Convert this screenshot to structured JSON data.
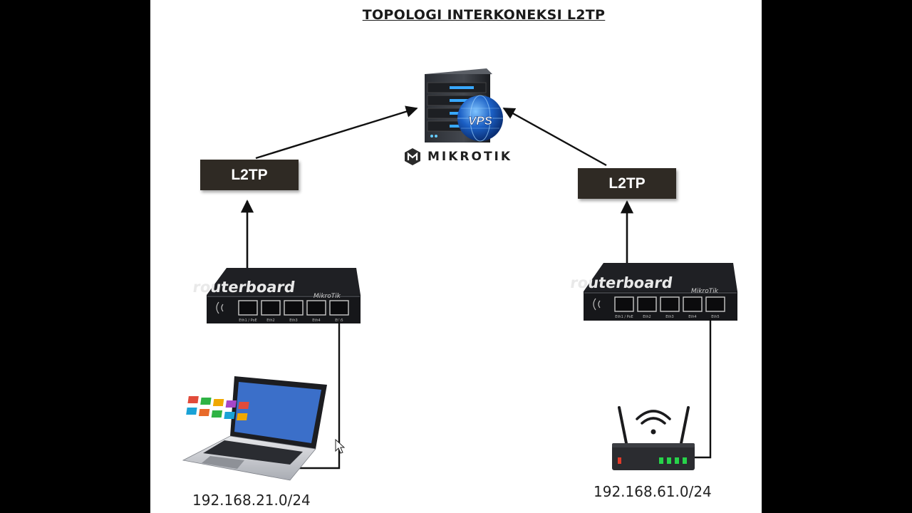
{
  "title": "TOPOLOGI INTERKONEKSI L2TP",
  "vps": {
    "label": "VPS",
    "brand": "MIKROTIK"
  },
  "tunnels": [
    {
      "label": "L2TP"
    },
    {
      "label": "L2TP"
    }
  ],
  "routers": [
    {
      "brand": "routerboard",
      "maker": "MikroTik",
      "ports": [
        "Eth1 / PoE",
        "Eth2",
        "Eth3",
        "Eth4",
        "Eth5"
      ]
    },
    {
      "brand": "routerboard",
      "maker": "MikroTik",
      "ports": [
        "Eth1 / PoE",
        "Eth2",
        "Eth3",
        "Eth4",
        "Eth5"
      ]
    }
  ],
  "networks": [
    {
      "subnet": "192.168.21.0/24"
    },
    {
      "subnet": "192.168.61.0/24"
    }
  ],
  "colors": {
    "box": "#2f2a24",
    "router": "#16171a",
    "line": "#111111",
    "globe": "#1b5fc4"
  }
}
